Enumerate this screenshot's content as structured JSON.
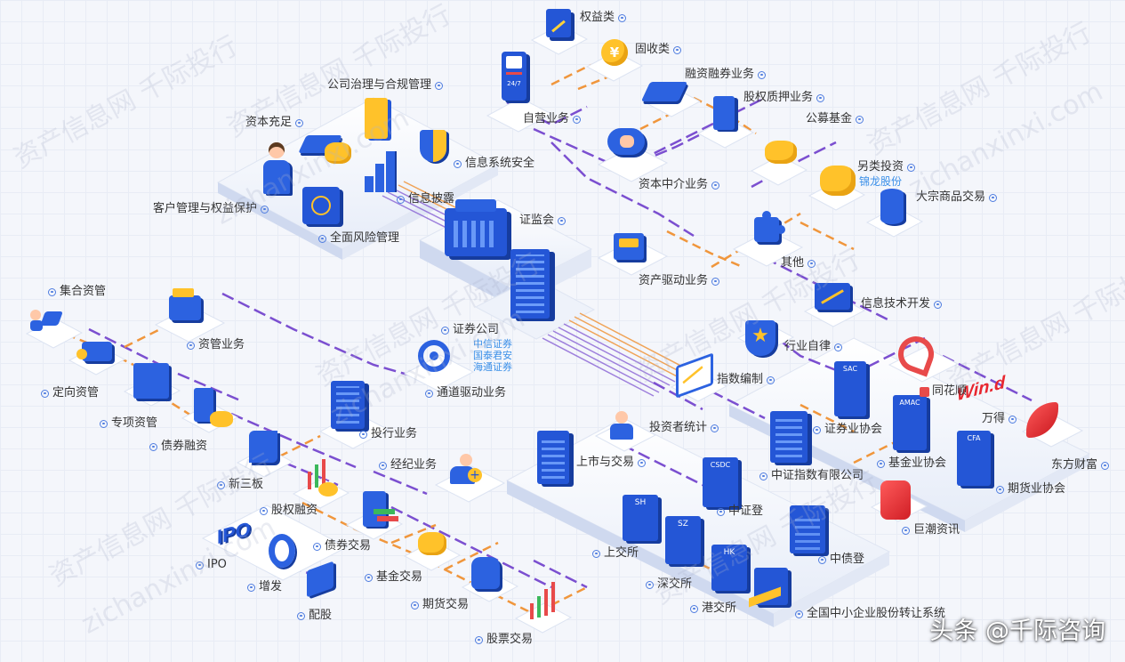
{
  "nodes": {
    "quanyilei": "权益类",
    "gushoulei": "固收类",
    "rongzirongquan": "融资融券业务",
    "guquanzhiya": "股权质押业务",
    "gongmujijin": "公募基金",
    "ziying": "自营业务",
    "ziben_zhongjie": "资本中介业务",
    "linglei_touzi": "另类投资",
    "jinlong": "锦龙股份",
    "dazong": "大宗商品交易",
    "qita": "其他",
    "zichan_qudong": "资产驱动业务",
    "zhengjianhui": "证监会",
    "gongsi_zhili": "公司治理与合规管理",
    "ziben_chongzu": "资本充足",
    "xinxi_anquan": "信息系统安全",
    "xinxi_pilu": "信息披露",
    "kehu_guanli": "客户管理与权益保护",
    "quanmian_fengxian": "全面风险管理",
    "jihe_ziguan": "集合资管",
    "ziguan_yewu": "资管业务",
    "dingxiang": "定向资管",
    "zhuanxiang": "专项资管",
    "zhaiquan_rongzi": "债券融资",
    "xinsanban": "新三板",
    "guquan_rongzi": "股权融资",
    "ipo": "IPO",
    "zengfa": "增发",
    "peigu": "配股",
    "touhang": "投行业务",
    "zhengquan_gongsi": "证券公司",
    "zx_sub1": "中信证券",
    "zx_sub2": "国泰君安",
    "zx_sub3": "海通证券",
    "tongdao": "通道驱动业务",
    "jingji": "经纪业务",
    "zhaiquan_jiaoyi": "债券交易",
    "jijin_jiaoyi": "基金交易",
    "qihuo_jiaoyi": "期货交易",
    "gupiao_jiaoyi": "股票交易",
    "xinxi_jishu": "信息技术开发",
    "hangye_zilv": "行业自律",
    "tonghuashun": "同花顺",
    "wande": "万得",
    "dongfang": "东方财富",
    "zhishu_bianzhi": "指数编制",
    "touzizhe_tongji": "投资者统计",
    "zhengquanye_xiehui": "证券业协会",
    "jijinye_xiehui": "基金业协会",
    "qihuoye_xiehui": "期货业协会",
    "zhongzheng_zhishu": "中证指数有限公司",
    "shangshi_jiaoyi": "上市与交易",
    "juchao": "巨潮资讯",
    "zhongzhengdeng": "中证登",
    "zhongzhaideng": "中债登",
    "shangjiaosuo": "上交所",
    "shenjiaosuo": "深交所",
    "gangjiaosuo": "港交所",
    "quanguo_zhongxiao": "全国中小企业股份转让系统"
  },
  "icon_text": {
    "sh": "SH",
    "sz": "SZ",
    "hk": "HK",
    "csdc": "CSDC",
    "sac": "SAC",
    "amac": "AMAC",
    "cfa": "CFA",
    "ipo_logo": "IPO",
    "wind_logo": "Win.d",
    "atm": "24/7"
  },
  "watermarks": {
    "main": "资产信息网 千际投行",
    "url": "zichanxinxi.com"
  },
  "credit": "头条 @千际咨询",
  "colors": {
    "purple_line": "#7b4fd0",
    "orange_line": "#f0963c",
    "label_dot": "#4f7de0",
    "sub_text": "#3a8fe8"
  }
}
